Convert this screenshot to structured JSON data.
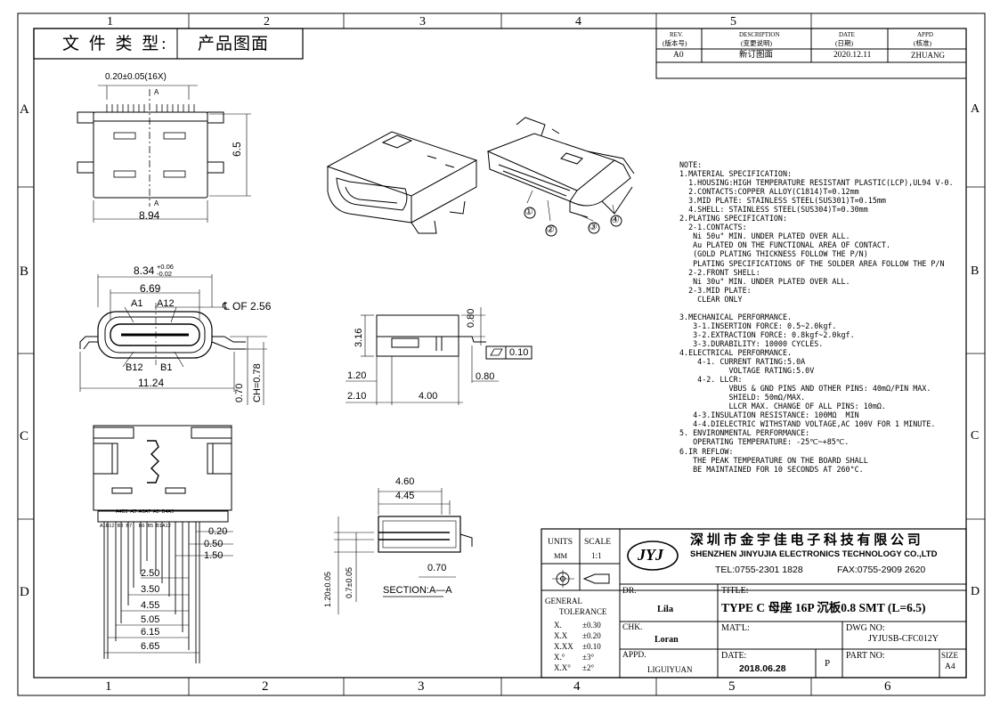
{
  "frame": {
    "columns": [
      "1",
      "2",
      "3",
      "4",
      "5",
      "6"
    ],
    "rows": [
      "A",
      "B",
      "C",
      "D"
    ]
  },
  "doc_type": {
    "label": "文 件 类 型:",
    "value": "产品图面"
  },
  "revision": {
    "headers": [
      {
        "en": "REV.",
        "cn": "(版本号)"
      },
      {
        "en": "DESCRIPTION",
        "cn": "(变更说明)"
      },
      {
        "en": "DATE",
        "cn": "(日期)"
      },
      {
        "en": "APPD",
        "cn": "(核准)"
      }
    ],
    "row": {
      "rev": "A0",
      "desc": "新订图面",
      "date": "2020.12.11",
      "appd": "ZHUANG"
    }
  },
  "dims": {
    "pin_width": "0.20±0.05(16X)",
    "height_65": "6.5",
    "width_894": "8.94",
    "section_a": "A",
    "front_834": "8.34",
    "tol_up": "+0.06",
    "tol_down": "-0.02",
    "front_669": "6.69",
    "a1": "A1",
    "a12": "A12",
    "cl": "℄ OF 2.56",
    "b12": "B12",
    "b1": "B1",
    "front_1124": "11.24",
    "d070": "0.70",
    "ch078": "CH=0.78",
    "side_316": "3.16",
    "side_080": "0.80",
    "flatness": "0.10",
    "side_120": "1.20",
    "side_080b": "0.80",
    "side_210": "2.10",
    "side_400": "4.00",
    "pin_labels_top": "A4B9  A5  A6A7  A8  B4A9",
    "pin_labels_bot": "A1B12  B8  B7     B6  B5  B1A12",
    "p020": "0.20",
    "p050": "0.50",
    "p150": "1.50",
    "p250": "2.50",
    "p350": "3.50",
    "p455": "4.55",
    "p505": "5.05",
    "p615": "6.15",
    "p665": "6.65",
    "s460": "4.60",
    "s445": "4.45",
    "s070": "0.70",
    "s120": "1.20±0.05",
    "s07": "0.7±0.05",
    "section": "SECTION:A—A",
    "callouts": [
      "①",
      "②",
      "③",
      "④"
    ]
  },
  "notes": "NOTE:\n1.MATERIAL SPECIFICATION:\n  1.HOUSING:HIGH TEMPERATURE RESISTANT PLASTIC(LCP),UL94 V-0.\n  2.CONTACTS:COPPER ALLOY(C1814)T=0.12mm\n  3.MID PLATE: STAINLESS STEEL(SUS301)T=0.15mm\n  4.SHELL: STAINLESS STEEL(SUS304)T=0.30mm\n2.PLATING SPECIFICATION:\n  2-1.CONTACTS:\n   Ni 50u\" MIN. UNDER PLATED OVER ALL.\n   Au PLATED ON THE FUNCTIONAL AREA OF CONTACT.\n   (GOLD PLATING THICKNESS FOLLOW THE P/N)\n   PLATING SPECIFICATIONS OF THE SOLDER AREA FOLLOW THE P/N\n  2-2.FRONT SHELL:\n   Ni 30u\" MIN. UNDER PLATED OVER ALL.\n  2-3.MID PLATE:\n    CLEAR ONLY\n\n3.MECHANICAL PERFORMANCE.\n   3-1.INSERTION FORCE: 0.5~2.0kgf.\n   3-2.EXTRACTION FORCE: 0.8kgf~2.0kgf.\n   3-3.DURABILITY: 10000 CYCLES.\n4.ELECTRICAL PERFORMANCE.\n    4-1. CURRENT RATING:5.0A\n           VOLTAGE RATING:5.0V\n    4-2. LLCR:\n           VBUS & GND PINS AND OTHER PINS: 40mΩ/PIN MAX.\n           SHIELD: 50mΩ/MAX.\n           LLCR MAX. CHANGE OF ALL PINS: 10mΩ.\n   4-3.INSULATION RESISTANCE: 100MΩ  MIN\n   4-4.DIELECTRIC WITHSTAND VOLTAGE,AC 100V FOR 1 MINUTE.\n5. ENVIRONMENTAL PERFORMANCE:\n   OPERATING TEMPERATURE: -25℃~+85℃.\n6.IR REFLOW:\n   THE PEAK TEMPERATURE ON THE BOARD SHALL\n   BE MAINTAINED FOR 10 SECONDS AT 260°C.",
  "titleblock": {
    "units_label": "UNITS",
    "units_value": "MM",
    "scale_label": "SCALE",
    "scale_value": "1:1",
    "company_cn": "深 圳 市 金 宇 佳 电 子 科 技 有 限 公 司",
    "company_en": "SHENZHEN JINYUJIA ELECTRONICS TECHNOLOGY CO.,LTD",
    "tel": "TEL:0755-2301 1828",
    "fax": "FAX:0755-2909 2620",
    "logo": "JYJ",
    "tol_title1": "GENERAL",
    "tol_title2": "TOLERANCE",
    "tol_rows": [
      {
        "k": "X.",
        "v": "±0.30"
      },
      {
        "k": "X.X",
        "v": "±0.20"
      },
      {
        "k": "X.XX",
        "v": "±0.10"
      },
      {
        "k": "X.°",
        "v": "±3°"
      },
      {
        "k": "X.X°",
        "v": "±2°"
      }
    ],
    "dr_label": "DR.",
    "dr_value": "Lila",
    "chk_label": "CHK.",
    "chk_value": "Loran",
    "appd_label": "APPD.",
    "appd_value": "LIGUIYUAN",
    "title_label": "TITLE:",
    "title_value": "TYPE C 母座 16P 沉板0.8 SMT (L=6.5)",
    "mat_label": "MAT'L:",
    "dwg_label": "DWG NO:",
    "dwg_value": "JYJUSB-CFC012Y",
    "date_label": "DATE:",
    "date_value": "2018.06.28",
    "p_label": "P",
    "part_label": "PART NO:",
    "size_label": "SIZE",
    "size_value": "A4"
  }
}
